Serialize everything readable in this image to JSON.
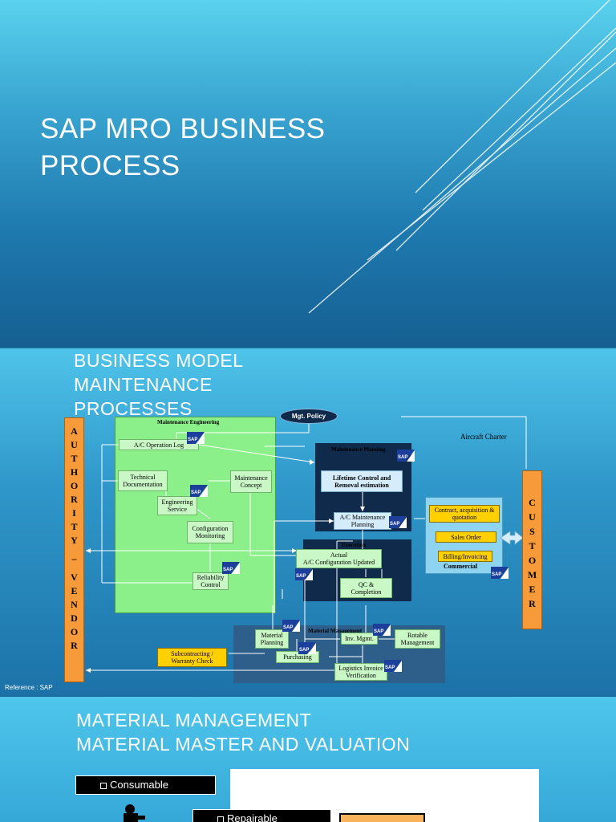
{
  "slide1": {
    "title_line1": "SAP MRO BUSINESS",
    "title_line2": "PROCESS"
  },
  "slide2": {
    "title_lines": [
      "BUSINESS MODEL",
      "MAINTENANCE",
      "PROCESSES"
    ],
    "reference": "Reference : SAP",
    "authority_vendor": [
      "A",
      "U",
      "T",
      "H",
      "O",
      "R",
      "I",
      "T",
      "Y",
      "–",
      "V",
      "E",
      "N",
      "D",
      "O",
      "R"
    ],
    "customer": [
      "C",
      "U",
      "S",
      "T",
      "O",
      "M",
      "E",
      "R"
    ],
    "mgt_policy": "Mgt. Policy",
    "aircraft_charter": "Aircraft Charter",
    "maintenance_engineering": {
      "header": "Maintenance Engineering",
      "op_log": "A/C Operation Log",
      "tech_doc": [
        "Technical",
        "Documentation"
      ],
      "maint_concept": [
        "Maintenance",
        "Concept"
      ],
      "eng_service": [
        "Engineering",
        "Service"
      ],
      "config_mon": [
        "Configuration",
        "Monitoring"
      ],
      "reliability": [
        "Reliability",
        "Control"
      ]
    },
    "maintenance_planning": {
      "header": "Maintenance Planning",
      "lifetime": [
        "Lifetime Control and",
        "Removal estimation"
      ],
      "ac_planning": [
        "A/C Maintenance",
        "Planning"
      ]
    },
    "execution": {
      "header": "Execution",
      "actual": [
        "Actual",
        "A/C Configuration Updated"
      ],
      "qc": [
        "QC &",
        "Completion"
      ]
    },
    "commercial": {
      "label": "Commercial",
      "contract": [
        "Contract, acquisition &",
        "quotation"
      ],
      "sales": "Sales Order",
      "billing": "Billing/Invoicing"
    },
    "material_management": {
      "header": "Material Management",
      "planning": [
        "Material",
        "Planning"
      ],
      "inv": "Inv. Mgmt.",
      "rotable": [
        "Rotable",
        "Management"
      ],
      "purchasing": "Purchasing",
      "logistics": [
        "Logistics Invoice",
        "Verification"
      ],
      "subcontracting": [
        "Subcontracting /",
        "Warranty Check"
      ]
    },
    "sap_badge": "SAP"
  },
  "slide3": {
    "title_lines": [
      "MATERIAL MANAGEMENT",
      "MATERIAL MASTER AND VALUATION"
    ],
    "items": [
      "Consumable",
      "Repairable"
    ]
  },
  "colors": {
    "green_panel": "#8cf08a",
    "dark_panel": "#0f2a4a",
    "orange": "#f79a3a",
    "yellow": "#ffd000"
  }
}
